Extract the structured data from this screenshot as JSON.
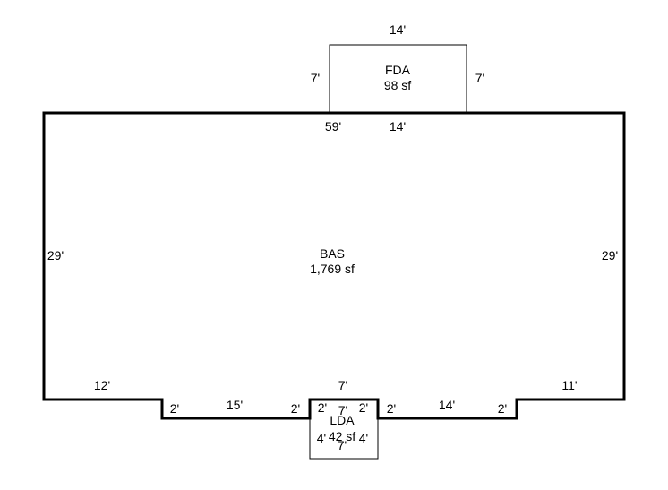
{
  "areas": {
    "bas": {
      "code": "BAS",
      "area": "1,769 sf"
    },
    "fda": {
      "code": "FDA",
      "area": "98 sf"
    },
    "lda": {
      "code": "LDA",
      "area": "42 sf"
    }
  },
  "dimensions": {
    "fda_top": "14'",
    "fda_left": "7'",
    "fda_right": "7'",
    "fda_bottom": "14'",
    "bas_top": "59'",
    "bas_left": "29'",
    "bas_right": "29'",
    "bottom_left_12": "12'",
    "step_left_2": "2'",
    "bottom_15": "15'",
    "step_mid_left_2": "2'",
    "lda_top": "7'",
    "lda_inner_left_2": "2'",
    "lda_inner_7": "7'",
    "lda_inner_right_2": "2'",
    "step_mid_right_2": "2'",
    "bottom_14": "14'",
    "step_right_2": "2'",
    "bottom_right_11": "11'",
    "lda_left": "4'",
    "lda_right": "4'",
    "lda_bottom": "7'"
  },
  "colors": {
    "line": "#000000",
    "background": "#ffffff"
  }
}
